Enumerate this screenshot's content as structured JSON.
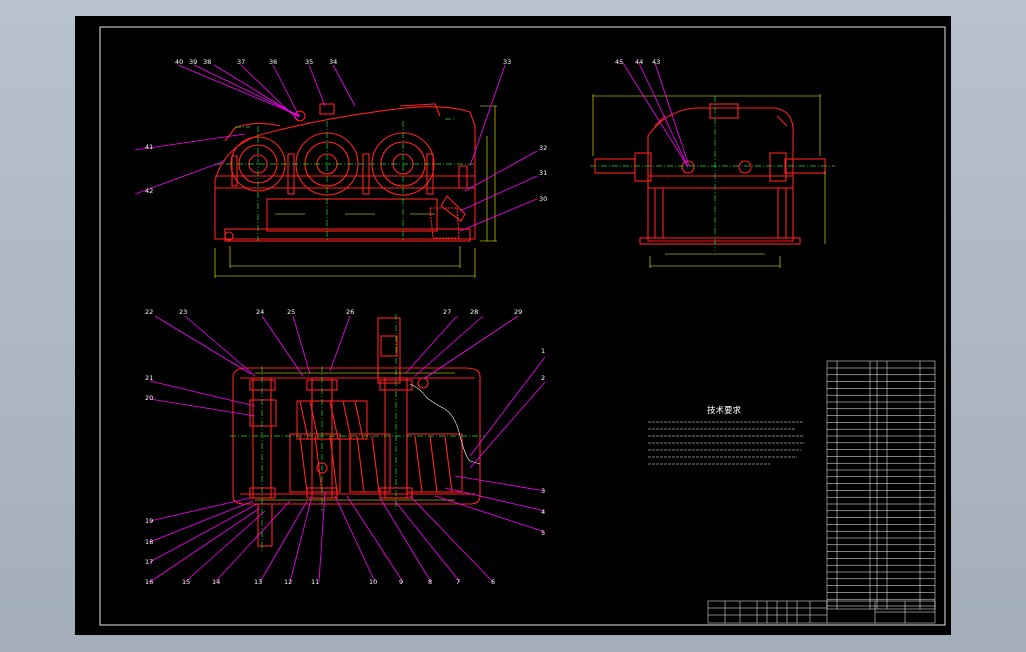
{
  "drawing": {
    "part_labels": {
      "top": [
        "40",
        "39",
        "38",
        "37",
        "36",
        "35",
        "34",
        "33"
      ],
      "top_left": [
        "41",
        "42"
      ],
      "top_right": [
        "32",
        "31",
        "30"
      ],
      "side": [
        "45",
        "44",
        "43"
      ],
      "plan_top": [
        "22",
        "23",
        "24",
        "25",
        "26",
        "27",
        "28",
        "29"
      ],
      "plan_left": [
        "21",
        "20",
        "19",
        "18",
        "17",
        "16"
      ],
      "plan_right": [
        "1",
        "2",
        "3",
        "4",
        "5"
      ],
      "plan_bottom": [
        "15",
        "14",
        "13",
        "12",
        "11",
        "10",
        "9",
        "8",
        "7",
        "6"
      ]
    },
    "tech_requirements_title": "技术要求",
    "colors": {
      "background": "#000000",
      "part_outline": "#ff2020",
      "leader_line": "#ff00ff",
      "center_line": "#22dd22",
      "dimension_line": "#ffff00",
      "frame": "#ffffff",
      "window_bg": "#a9b4c0"
    }
  }
}
